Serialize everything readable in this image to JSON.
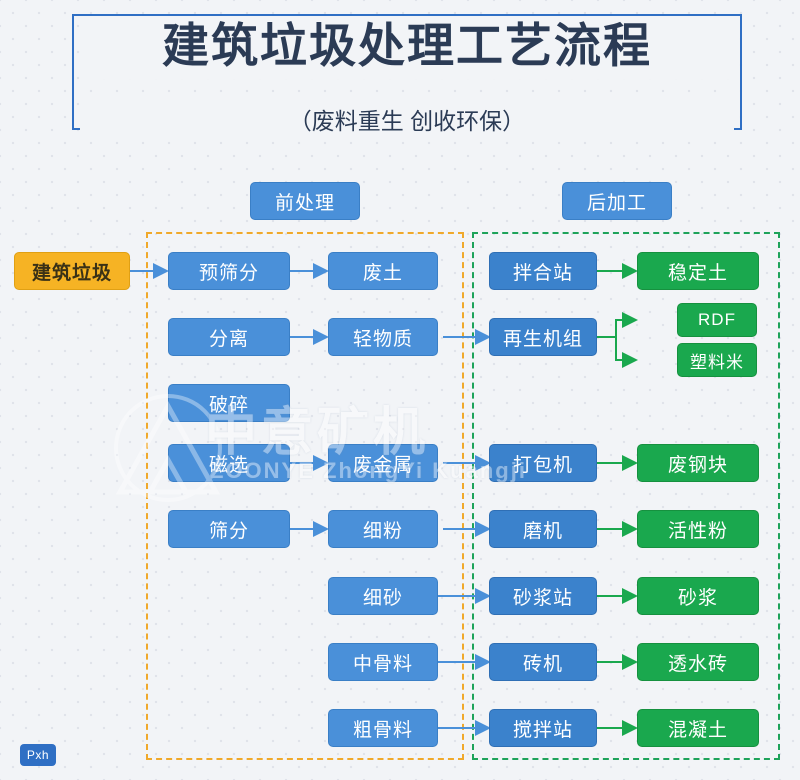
{
  "header": {
    "title": "建筑垃圾处理工艺流程",
    "subtitle": "（废料重生  创收环保）"
  },
  "groups": {
    "pre_label": "前处理",
    "post_label": "后加工"
  },
  "nodes": {
    "source": "建筑垃圾",
    "pre_stage": [
      "预筛分",
      "分离",
      "破碎",
      "磁选",
      "筛分"
    ],
    "pre_output": [
      "废土",
      "轻物质",
      "废金属",
      "细粉",
      "细砂",
      "中骨料",
      "粗骨料"
    ],
    "post_machine": [
      "拌合站",
      "再生机组",
      "打包机",
      "磨机",
      "砂浆站",
      "砖机",
      "搅拌站"
    ],
    "post_product": [
      "稳定土",
      "RDF",
      "塑料米",
      "废钢块",
      "活性粉",
      "砂浆",
      "透水砖",
      "混凝土"
    ]
  },
  "watermark": {
    "main": "中意矿机",
    "sub": "ZOONYE  ZhongYi Kuangji"
  },
  "corner_logo": "Pxh",
  "colors": {
    "blue": "#4a90d9",
    "green": "#1aa84e",
    "orange": "#f6b324",
    "pre_border": "#f0a92b",
    "post_border": "#1ea35a",
    "header_border": "#2f6fc4",
    "background": "#f2f4f7"
  }
}
